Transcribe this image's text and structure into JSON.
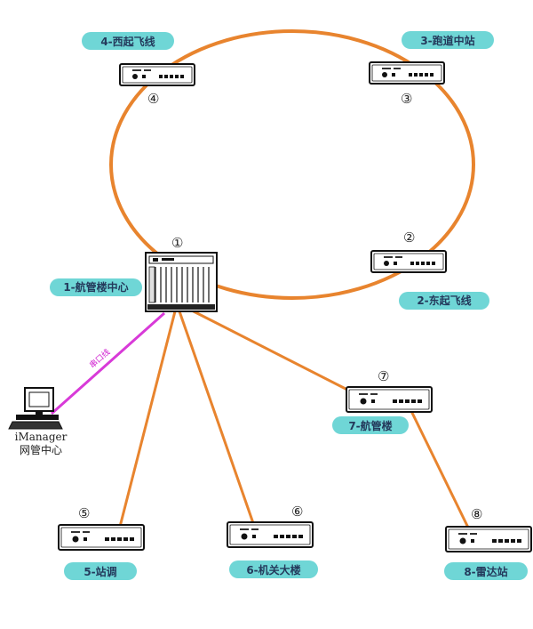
{
  "colors": {
    "ring": "#e8842e",
    "link": "#e8842e",
    "mgmt_link": "#d83ad8",
    "label_bg": "#6fd6d6",
    "label_text": "#243a5c"
  },
  "center": {
    "label": "1-航管楼中心",
    "number": "①",
    "icon": "chassis-icon"
  },
  "ring_nodes": [
    {
      "id": "n2",
      "label": "2-东起飞线",
      "number": "②",
      "icon": "router-icon"
    },
    {
      "id": "n3",
      "label": "3-跑道中站",
      "number": "③",
      "icon": "router-icon"
    },
    {
      "id": "n4",
      "label": "4-西起飞线",
      "number": "④",
      "icon": "router-icon"
    }
  ],
  "star_nodes": [
    {
      "id": "n5",
      "label": "5-站调",
      "number": "⑤",
      "icon": "router-icon"
    },
    {
      "id": "n6",
      "label": "6-机关大楼",
      "number": "⑥",
      "icon": "router-icon"
    },
    {
      "id": "n7",
      "label": "7-航管楼",
      "number": "⑦",
      "icon": "router-icon"
    },
    {
      "id": "n8",
      "label": "8-雷达站",
      "number": "⑧",
      "icon": "router-icon"
    }
  ],
  "manager": {
    "line1": "iManager",
    "line2": "网管中心",
    "link_label": "串口线",
    "icon": "computer-icon"
  }
}
